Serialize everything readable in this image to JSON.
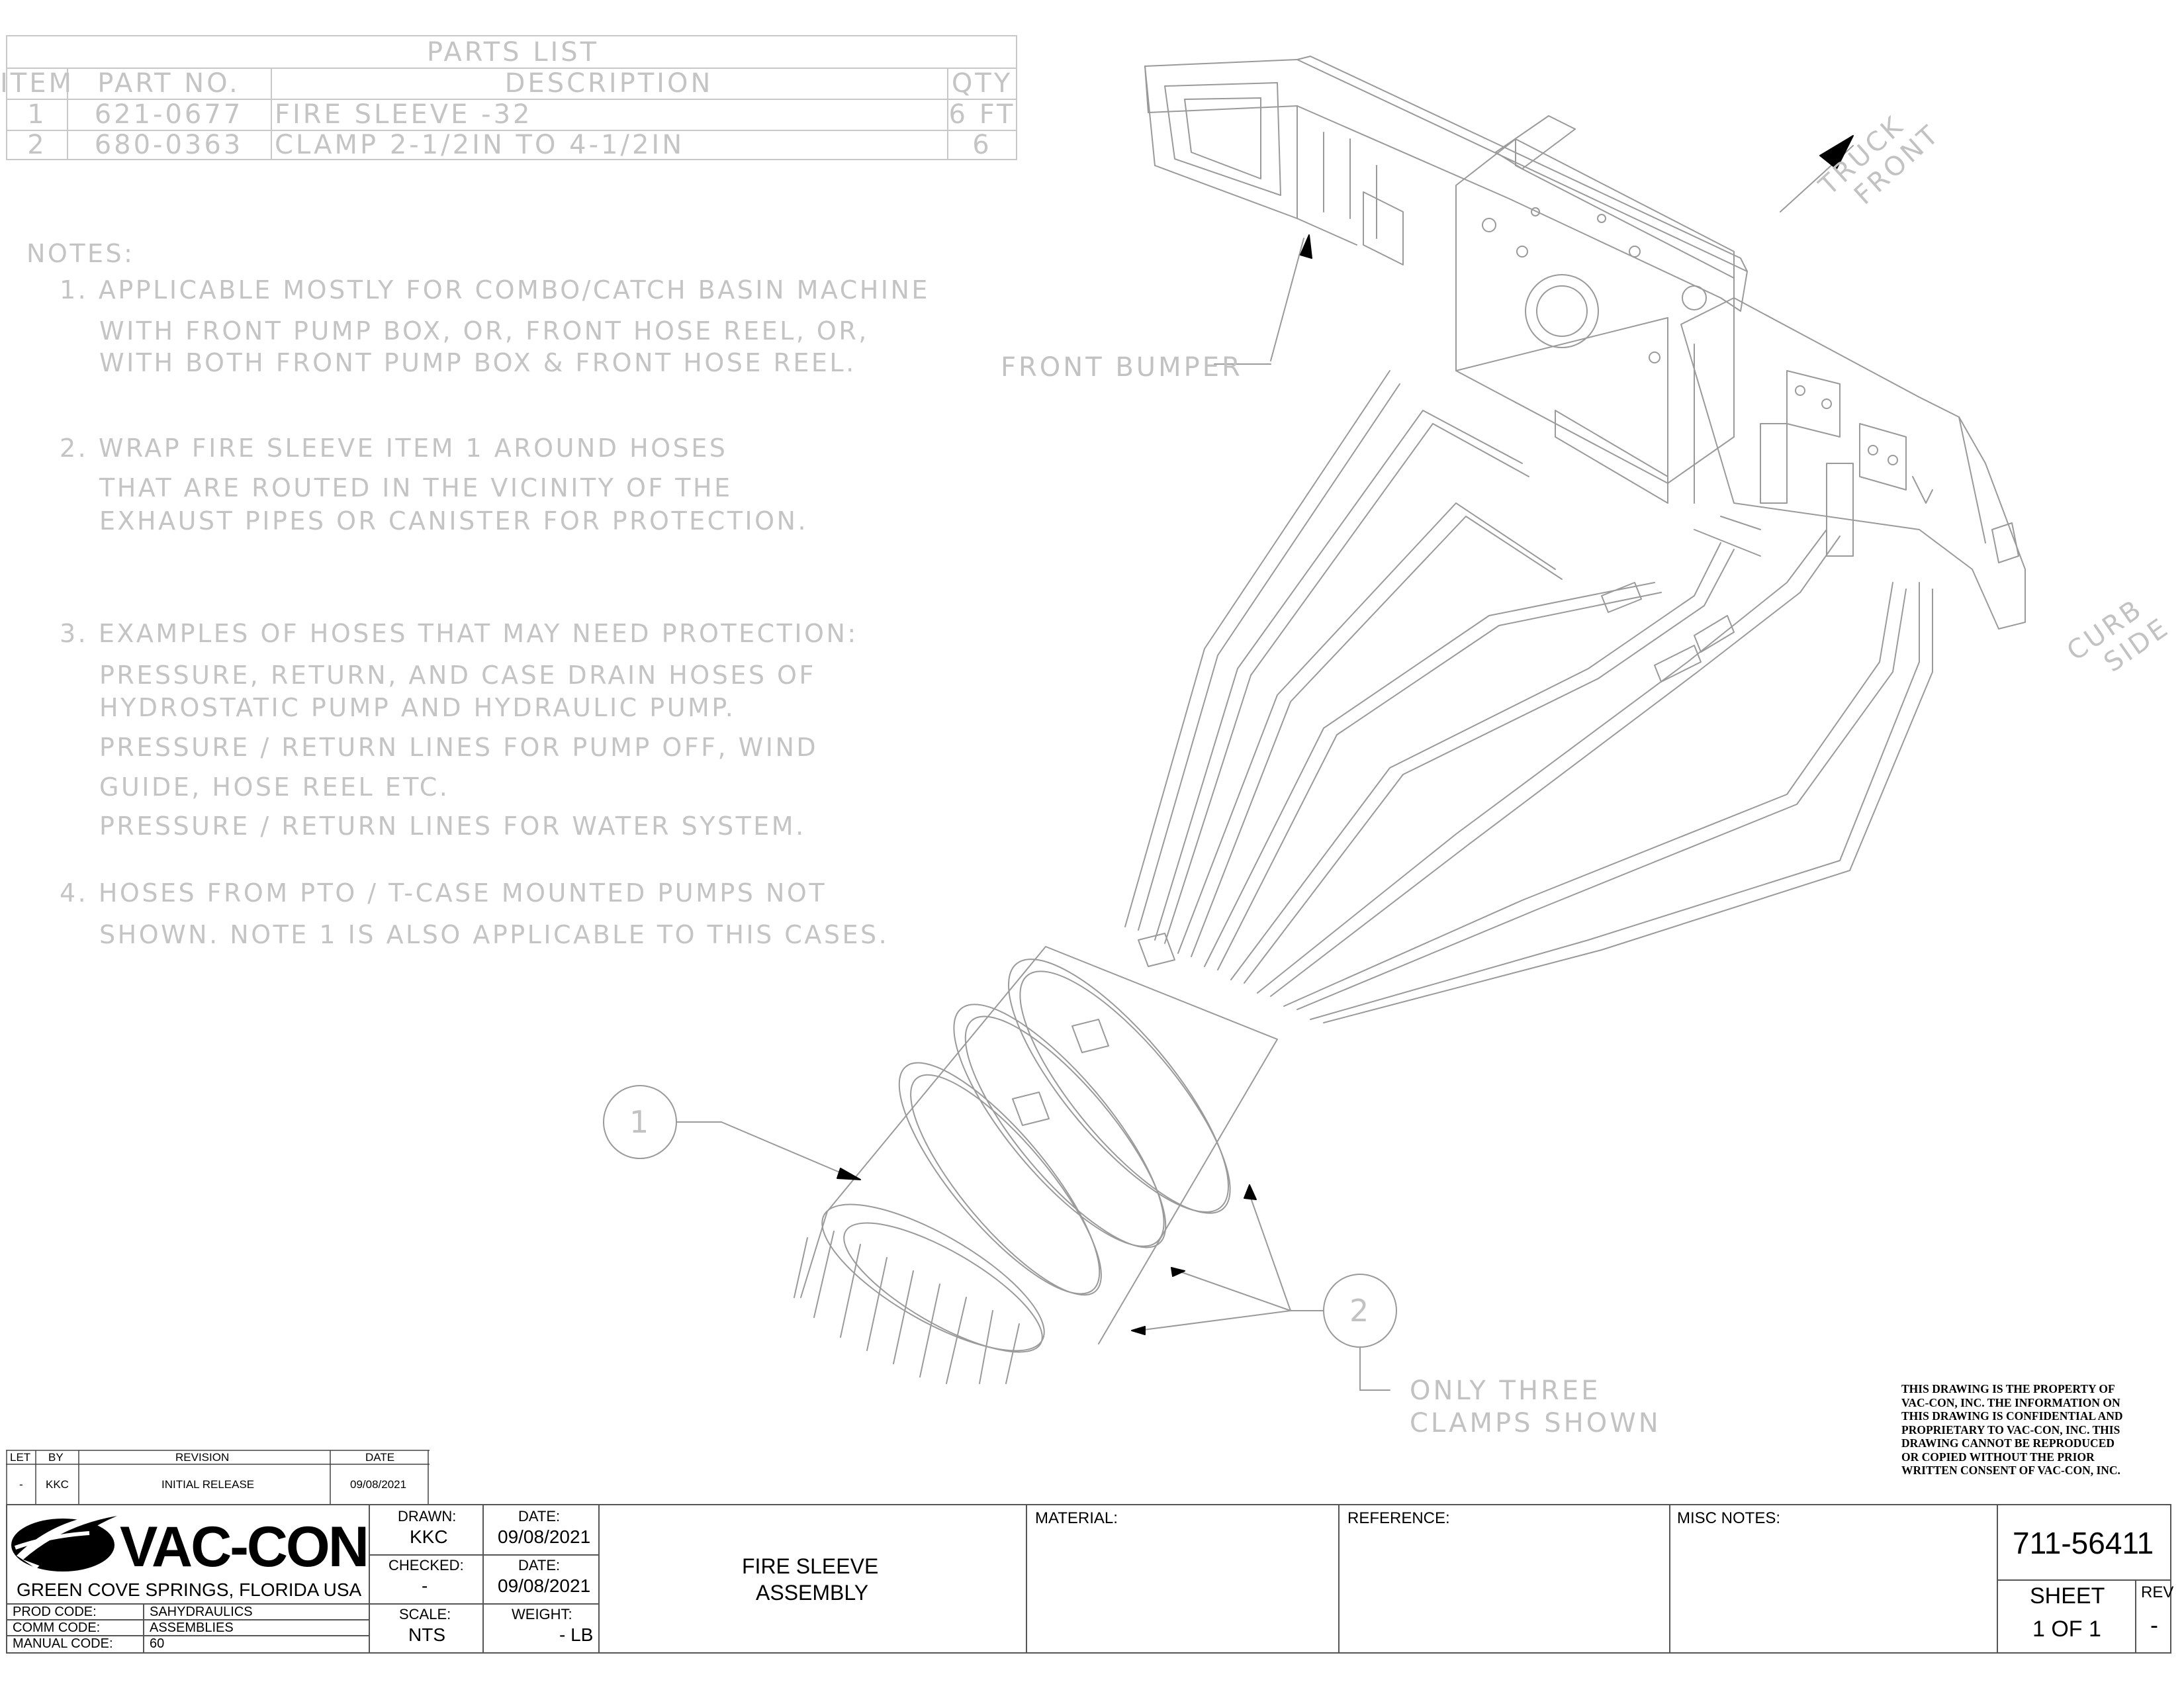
{
  "parts_list": {
    "title": "PARTS LIST",
    "headers": [
      "ITEM",
      "PART NO.",
      "DESCRIPTION",
      "QTY"
    ],
    "rows": [
      {
        "item": "1",
        "part_no": "621-0677",
        "description": "FIRE SLEEVE -32",
        "qty": "6 FT"
      },
      {
        "item": "2",
        "part_no": "680-0363",
        "description": "CLAMP 2-1/2IN TO 4-1/2IN",
        "qty": "6"
      }
    ]
  },
  "notes": {
    "heading": "NOTES:",
    "lines": [
      "1. APPLICABLE MOSTLY FOR COMBO/CATCH BASIN MACHINE",
      "WITH FRONT PUMP BOX, OR, FRONT HOSE REEL, OR,",
      "WITH BOTH FRONT PUMP BOX & FRONT HOSE REEL.",
      "2. WRAP FIRE SLEEVE ITEM 1 AROUND HOSES",
      "THAT ARE ROUTED IN THE VICINITY OF THE",
      "EXHAUST PIPES OR CANISTER FOR PROTECTION.",
      "3. EXAMPLES OF HOSES THAT MAY NEED PROTECTION:",
      "PRESSURE, RETURN, AND CASE DRAIN HOSES OF",
      "HYDROSTATIC PUMP AND HYDRAULIC PUMP.",
      "PRESSURE / RETURN LINES FOR PUMP OFF, WIND",
      "GUIDE, HOSE REEL ETC.",
      "PRESSURE / RETURN LINES FOR WATER SYSTEM.",
      "4. HOSES FROM PTO / T-CASE MOUNTED PUMPS NOT",
      "SHOWN. NOTE 1 IS ALSO APPLICABLE TO THIS CASES."
    ]
  },
  "drawing": {
    "front_bumper_label": "FRONT BUMPER",
    "truck_front_label_1": "TRUCK",
    "truck_front_label_2": "FRONT",
    "curb_side_label_1": "CURB",
    "curb_side_label_2": "SIDE",
    "balloon_1": "1",
    "balloon_2": "2",
    "clamps_note_1": "ONLY THREE",
    "clamps_note_2": "CLAMPS SHOWN"
  },
  "disclaimer": [
    "THIS DRAWING IS THE PROPERTY OF",
    "VAC-CON, INC.  THE INFORMATION ON",
    "THIS DRAWING IS CONFIDENTIAL AND",
    "PROPRIETARY TO VAC-CON, INC.  THIS",
    "DRAWING CANNOT BE REPRODUCED",
    "OR COPIED WITHOUT THE PRIOR",
    "WRITTEN CONSENT OF VAC-CON, INC."
  ],
  "revision": {
    "headers": {
      "let": "LET",
      "by": "BY",
      "revision": "REVISION",
      "date": "DATE"
    },
    "row": {
      "let": "-",
      "by": "KKC",
      "revision": "INITIAL RELEASE",
      "date": "09/08/2021"
    }
  },
  "title_block": {
    "company": "VAC-CON",
    "location": "GREEN COVE SPRINGS, FLORIDA USA",
    "prod_code_label": "PROD CODE:",
    "prod_code": "SAHYDRAULICS",
    "comm_code_label": "COMM CODE:",
    "comm_code": "ASSEMBLIES",
    "manual_code_label": "MANUAL CODE:",
    "manual_code": "60",
    "drawn_label": "DRAWN:",
    "drawn": "KKC",
    "drawn_date_label": "DATE:",
    "drawn_date": "09/08/2021",
    "checked_label": "CHECKED:",
    "checked": "-",
    "checked_date_label": "DATE:",
    "checked_date": "09/08/2021",
    "scale_label": "SCALE:",
    "scale": "NTS",
    "weight_label": "WEIGHT:",
    "weight": "- LB",
    "title_line_1": "FIRE SLEEVE",
    "title_line_2": "ASSEMBLY",
    "material_label": "MATERIAL:",
    "reference_label": "REFERENCE:",
    "misc_notes_label": "MISC NOTES:",
    "drawing_number": "711-56411",
    "sheet_label": "SHEET",
    "sheet": "1 OF 1",
    "rev_label": "REV",
    "rev": "-"
  }
}
